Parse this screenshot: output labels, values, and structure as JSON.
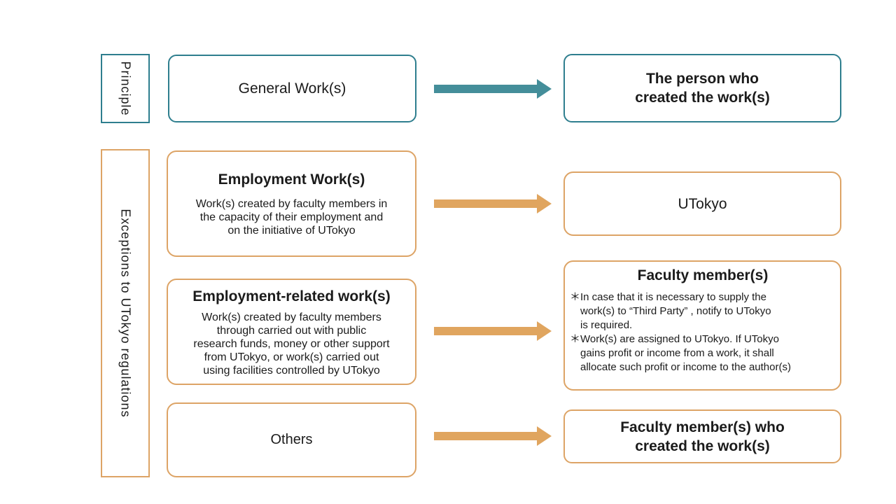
{
  "colors": {
    "teal_border": "#2e7e8e",
    "teal_arrow": "#448e9a",
    "orange_border": "#dda466",
    "orange_arrow": "#e0a55f",
    "text": "#1b1b1b",
    "background": "#ffffff"
  },
  "side_labels": {
    "principle": "Principle",
    "exceptions": "Exceptions to UTokyo regulations"
  },
  "row1": {
    "left_title": "General Work(s)",
    "right_title": "The person who\ncreated the work(s)"
  },
  "row2": {
    "left_title": "Employment Work(s)",
    "left_desc": "Work(s) created by faculty members in\nthe capacity of their employment and\non the initiative of UTokyo",
    "right_title": "UTokyo"
  },
  "row3": {
    "left_title": "Employment-related work(s)",
    "left_desc": "Work(s) created by faculty members\nthrough carried out with public\nresearch funds, money or other support\nfrom UTokyo, or work(s) carried out\nusing facilities controlled by UTokyo",
    "right_title": "Faculty member(s)",
    "right_notes": [
      "＊In case that it is necessary to supply the\nwork(s) to “Third Party” , notify to UTokyo\nis required.",
      "＊Work(s) are assigned to UTokyo. If UTokyo\ngains profit or income from a work, it shall\nallocate such profit or income to the author(s)"
    ]
  },
  "row4": {
    "left_title": "Others",
    "right_title": "Faculty member(s) who\ncreated the work(s)"
  }
}
